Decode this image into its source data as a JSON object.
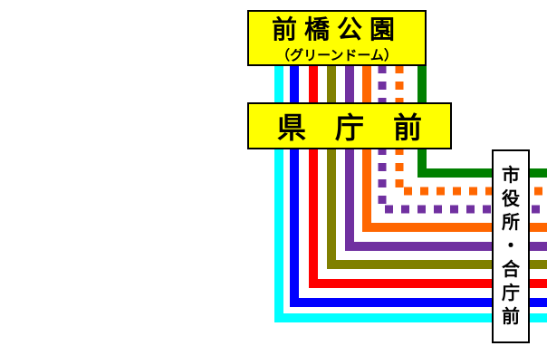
{
  "stations": {
    "maebashi_park": {
      "name": "前橋公園",
      "sub": "（グリーンドーム）"
    },
    "kencho_mae": {
      "name": "県　庁　前"
    },
    "city_hall": {
      "name_chars": [
        "市",
        "役",
        "所",
        "・",
        "合",
        "庁",
        "前"
      ]
    }
  },
  "routes": [
    {
      "id": "cyan",
      "color": "#00ffff",
      "style": "solid"
    },
    {
      "id": "blue",
      "color": "#0000ff",
      "style": "solid"
    },
    {
      "id": "red",
      "color": "#ff0000",
      "style": "solid"
    },
    {
      "id": "olive",
      "color": "#808000",
      "style": "solid"
    },
    {
      "id": "purple",
      "color": "#7030a0",
      "style": "solid"
    },
    {
      "id": "orange",
      "color": "#ff6600",
      "style": "solid"
    },
    {
      "id": "purple-dotted",
      "color": "#7030a0",
      "style": "dotted"
    },
    {
      "id": "orange-dotted",
      "color": "#ff6600",
      "style": "dotted"
    },
    {
      "id": "green",
      "color": "#008000",
      "style": "solid"
    }
  ],
  "colors": {
    "station_box": "#ffff00",
    "station_border": "#000000"
  }
}
